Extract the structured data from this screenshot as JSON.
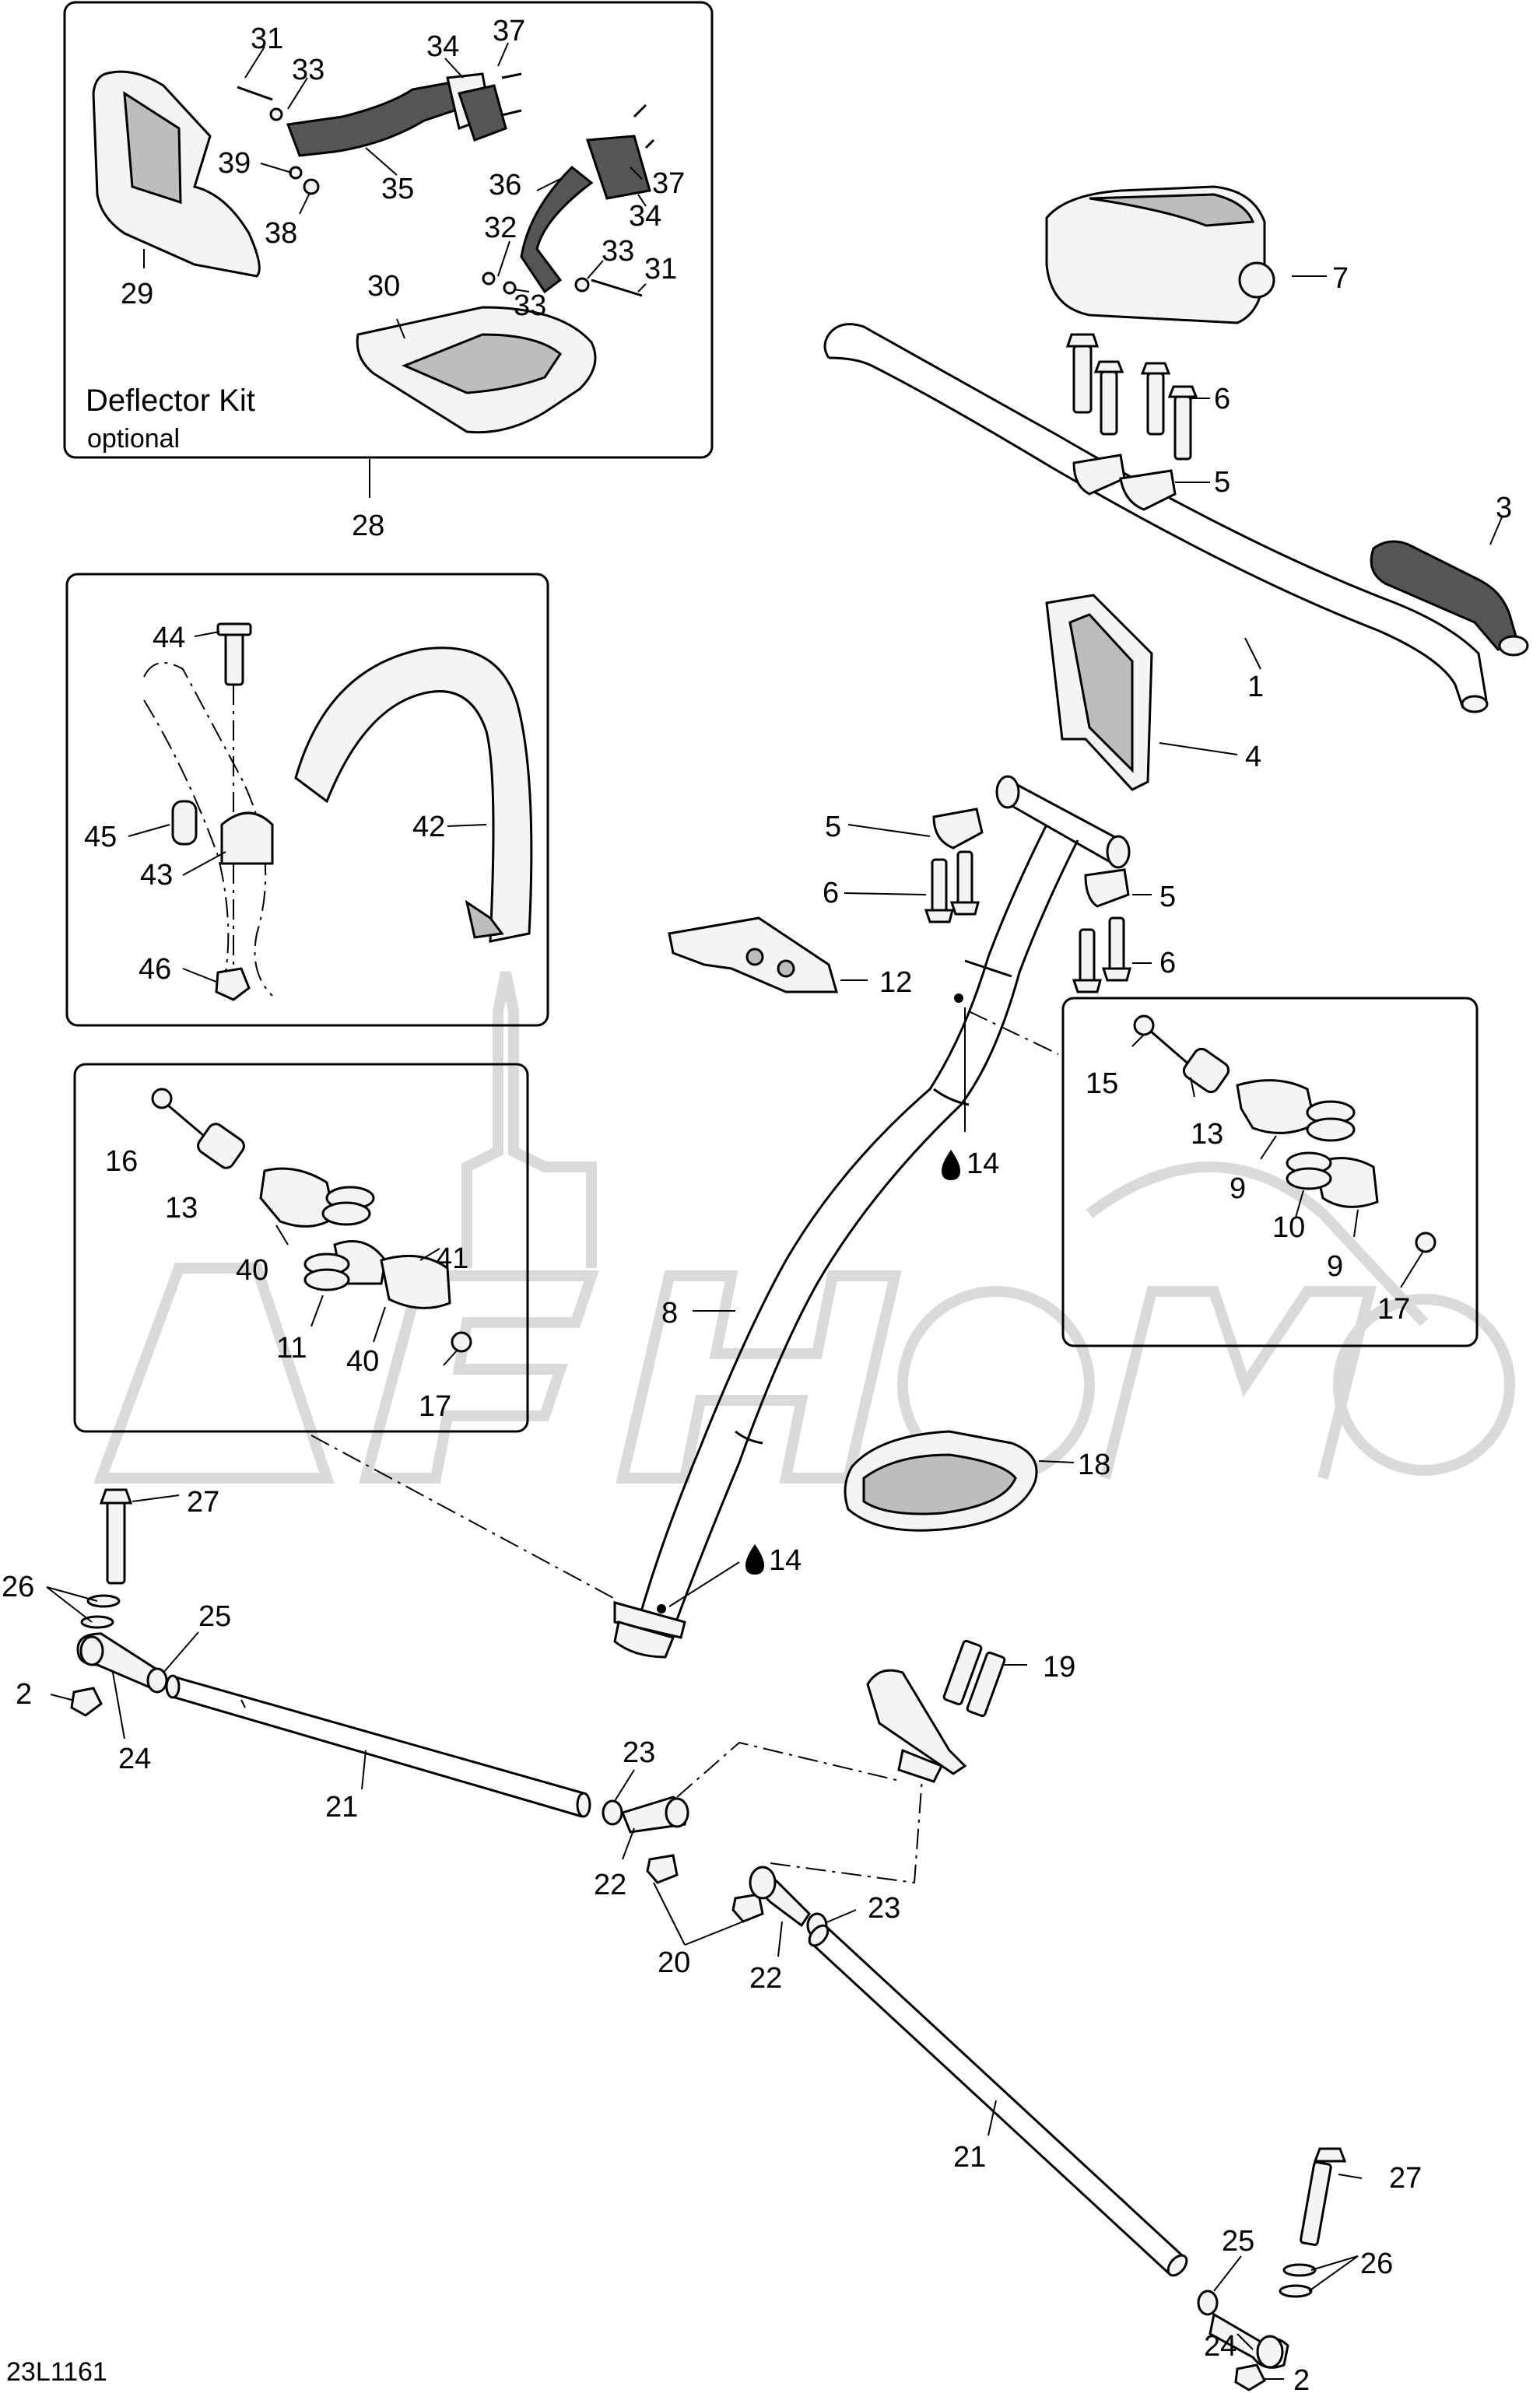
{
  "deflector_kit": {
    "title": "Deflector Kit",
    "subtitle": "optional"
  },
  "drawing_code": "23L1161",
  "callouts": {
    "c1": "1",
    "c2a": "2",
    "c2b": "2",
    "c3": "3",
    "c4": "4",
    "c5a": "5",
    "c5b": "5",
    "c5c": "5",
    "c6a": "6",
    "c6b": "6",
    "c6c": "6",
    "c7": "7",
    "c8": "8",
    "c9a": "9",
    "c9b": "9",
    "c10": "10",
    "c11": "11",
    "c12": "12",
    "c13a": "13",
    "c13b": "13",
    "c14a": "14",
    "c14b": "14",
    "c15": "15",
    "c16": "16",
    "c17a": "17",
    "c17b": "17",
    "c18": "18",
    "c19": "19",
    "c20": "20",
    "c21a": "21",
    "c21b": "21",
    "c22a": "22",
    "c22b": "22",
    "c23a": "23",
    "c23b": "23",
    "c24a": "24",
    "c24b": "24",
    "c25a": "25",
    "c25b": "25",
    "c26a": "26",
    "c26b": "26",
    "c27a": "27",
    "c27b": "27",
    "c28": "28",
    "c29": "29",
    "c30": "30",
    "c31a": "31",
    "c31b": "31",
    "c32": "32",
    "c33a": "33",
    "c33b": "33",
    "c33c": "33",
    "c34a": "34",
    "c34b": "34",
    "c35": "35",
    "c36": "36",
    "c37a": "37",
    "c37b": "37",
    "c38": "38",
    "c39": "39",
    "c40a": "40",
    "c40b": "40",
    "c41": "41",
    "c42": "42",
    "c43": "43",
    "c44": "44",
    "c45": "45",
    "c46": "46"
  },
  "icons": {
    "lubricant": "oil-drop-icon",
    "watermark": "logo-watermark"
  }
}
